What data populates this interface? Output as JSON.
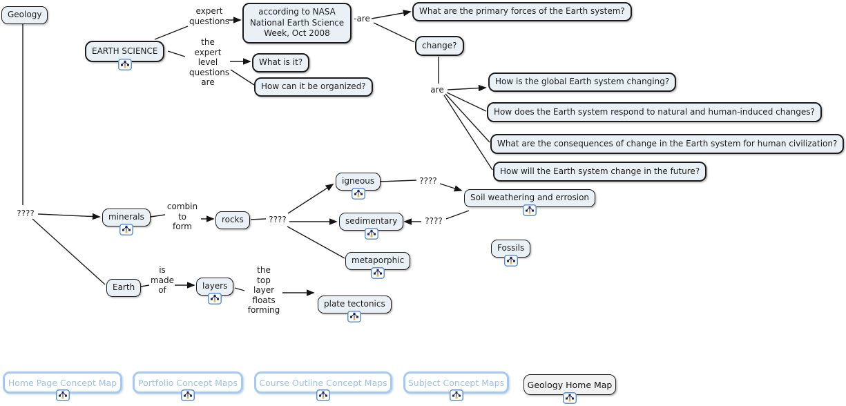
{
  "colors": {
    "node_fill": "#eaf1f6",
    "node_border": "#1b1b1b",
    "line": "#1c1c1c",
    "footer_border_blue": "#a4c9f4",
    "footer_text_blue": "#9fc0e3",
    "icon_border_blue": "#5b8fd6",
    "icon_node_navy": "#1b2660",
    "icon_node_yellow": "#e8b93c"
  },
  "icons": {
    "concept_map": "concept-map-icon"
  },
  "nodes": {
    "geology": {
      "label": "Geology"
    },
    "earth_science": {
      "label": "EARTH SCIENCE"
    },
    "nasa": {
      "label": "according to NASA National Earth Science Week, Oct 2008"
    },
    "what_is_it": {
      "label": "What is it?"
    },
    "how_organized": {
      "label": "How can it be organized?"
    },
    "primary_forces": {
      "label": "What are the primary forces of the Earth system?"
    },
    "change": {
      "label": "change?"
    },
    "q_changing": {
      "label": "How is the global Earth system changing?"
    },
    "q_respond": {
      "label": "How does the Earth system respond to natural and human-induced changes?"
    },
    "q_consequences": {
      "label": "What are the consequences of change in the Earth system for human civilization?"
    },
    "q_future": {
      "label": "How will the Earth system change in the future?"
    },
    "minerals": {
      "label": "minerals"
    },
    "rocks": {
      "label": "rocks"
    },
    "igneous": {
      "label": "igneous"
    },
    "sedimentary": {
      "label": "sedimentary"
    },
    "metaporphic": {
      "label": "metaporphic"
    },
    "soil": {
      "label": "Soil weathering and errosion"
    },
    "fossils": {
      "label": "Fossils"
    },
    "earth": {
      "label": "Earth"
    },
    "layers": {
      "label": "layers"
    },
    "plate_tectonics": {
      "label": "plate tectonics"
    }
  },
  "labels": {
    "expert_questions": "expert\nquestions",
    "expert_level": "the\nexpert\nlevel\nquestions\nare",
    "are_dash": "-are",
    "are": "are",
    "qm_geology": "????",
    "combine": "combin\nto\nform",
    "qm_rocks": "????",
    "qm_igneous": "????",
    "qm_soil": "????",
    "is_made_of": "is\nmade\nof",
    "top_layer": "the\ntop\nlayer\nfloats\nforming"
  },
  "footer": {
    "home": "Home Page Concept Map",
    "portfolio": "Portfolio Concept Maps",
    "course": "Course Outline Concept Maps",
    "subject": "Subject Concept Maps",
    "geology_home": "Geology Home Map"
  }
}
